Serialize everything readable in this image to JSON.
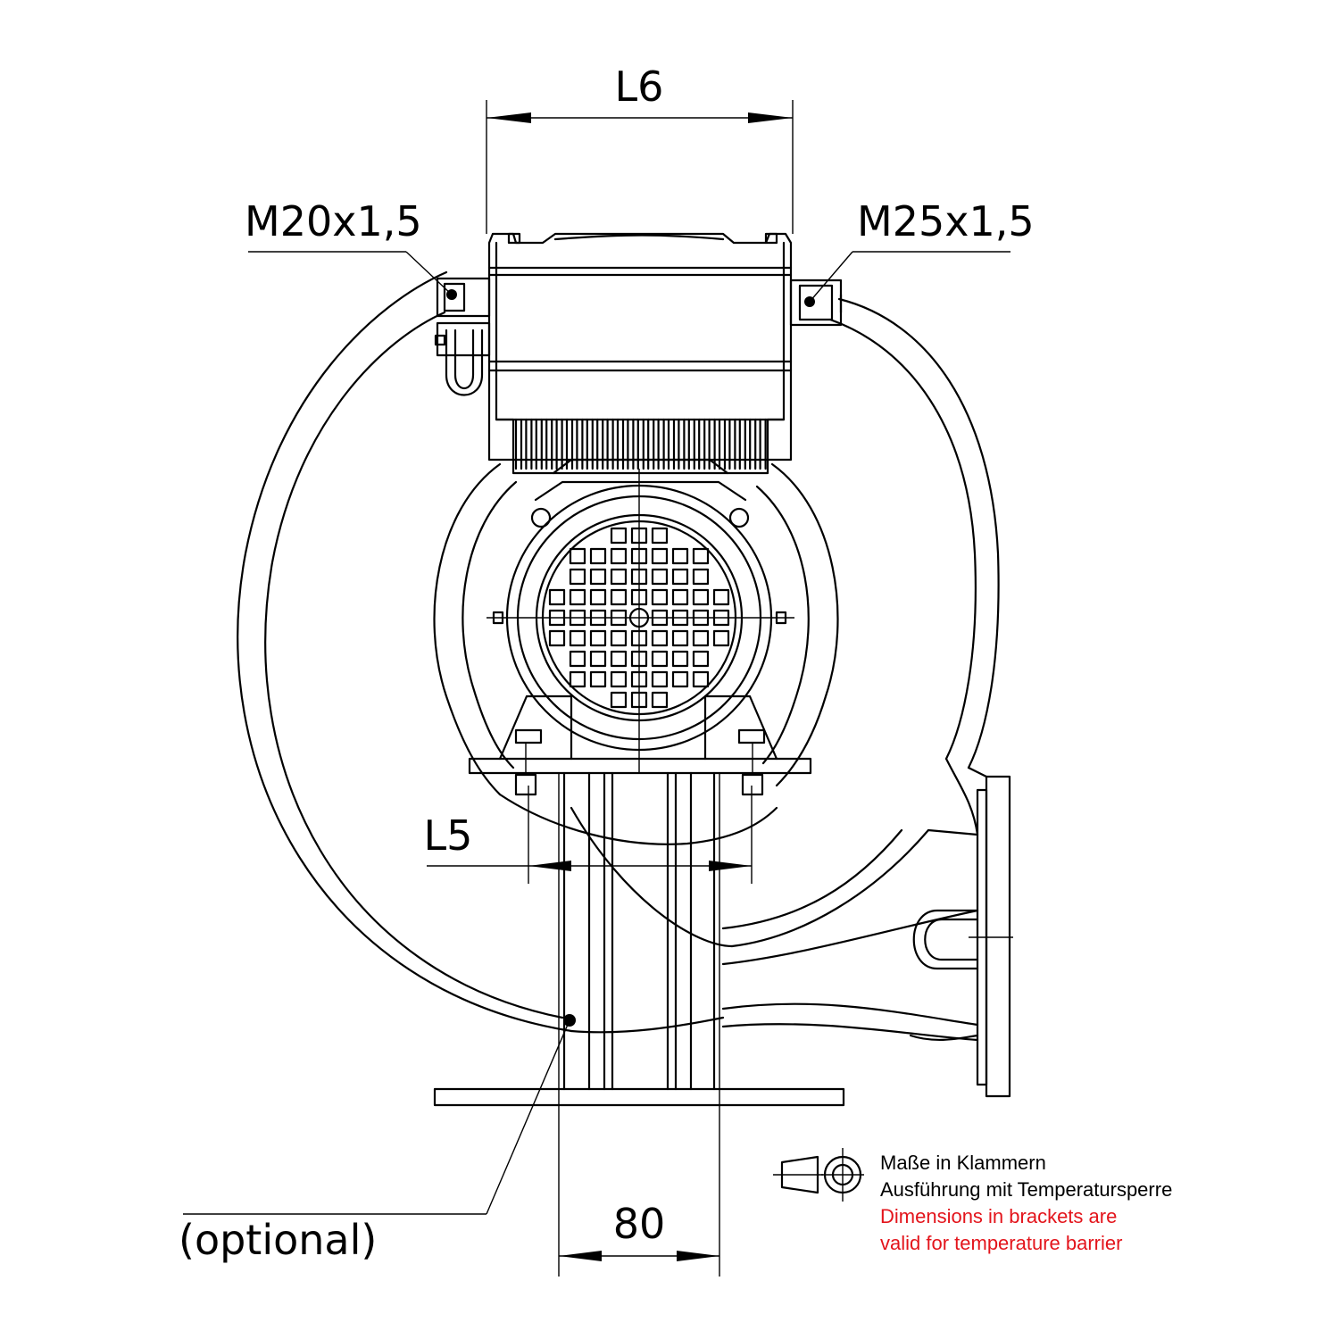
{
  "dimensions": {
    "top_width": "L6",
    "foot_spacing": "L5",
    "base_width": "80"
  },
  "callouts": {
    "left_gland": "M20x1,5",
    "right_gland": "M25x1,5",
    "optional": "(optional)"
  },
  "notes": {
    "de_line1": "Maße in Klammern",
    "de_line2": "Ausführung mit Temperatursperre",
    "en_line1": "Dimensions in brackets are",
    "en_line2": "valid for temperature barrier"
  },
  "colors": {
    "line": "#000000",
    "note_english": "#e3141b"
  },
  "icons": [
    "projection-symbol-icon"
  ]
}
